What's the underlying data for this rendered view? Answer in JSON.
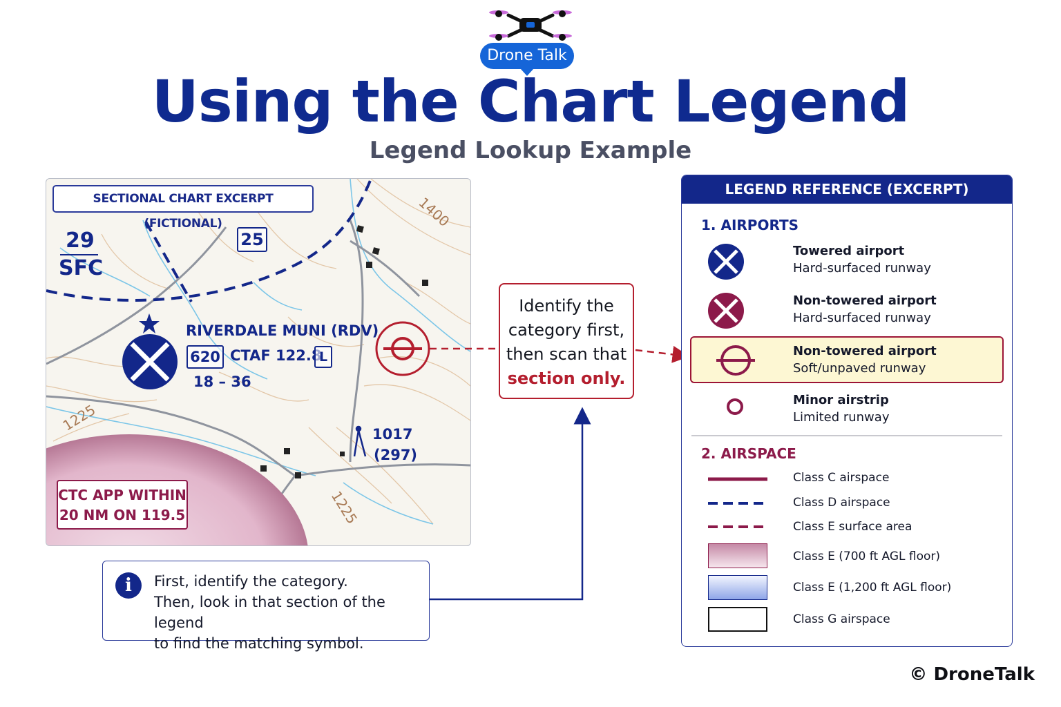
{
  "header": {
    "brand": "Drone Talk",
    "title": "Using the Chart Legend",
    "subtitle": "Legend Lookup Example"
  },
  "map": {
    "tag": "SECTIONAL CHART EXCERPT (FICTIONAL)",
    "ceiling_top": "29",
    "ceiling_bottom": "SFC",
    "box_25": "25",
    "airport_name": "RIVERDALE MUNI (RDV)",
    "elevation": "620",
    "ctaf": "CTAF 122.8",
    "lighting": "L",
    "runway": "18 – 36",
    "obstacle_msl": "1017",
    "obstacle_agl": "(297)",
    "contour_1400": "1400",
    "contour_1225_left": "1225",
    "contour_1225_right": "1225",
    "ctc_line1": "CTC APP WITHIN",
    "ctc_line2": "20 NM ON 119.5"
  },
  "callout": {
    "line1": "Identify the",
    "line2": "category first,",
    "line3": "then scan that",
    "highlight": "section only."
  },
  "note": {
    "line1": "First, identify the category.",
    "line2": "Then, look in that section of the legend",
    "line3": "to find the matching symbol."
  },
  "legend": {
    "header": "LEGEND REFERENCE (EXCERPT)",
    "airports_title": "1. AIRPORTS",
    "airports": [
      {
        "name": "Towered airport",
        "desc": "Hard-surfaced runway"
      },
      {
        "name": "Non-towered airport",
        "desc": "Hard-surfaced runway"
      },
      {
        "name": "Non-towered airport",
        "desc": "Soft/unpaved runway"
      },
      {
        "name": "Minor airstrip",
        "desc": "Limited runway"
      }
    ],
    "airspace_title": "2. AIRSPACE",
    "airspace": [
      "Class C airspace",
      "Class D airspace",
      "Class E surface area",
      "Class E (700 ft AGL floor)",
      "Class E (1,200 ft AGL floor)",
      "Class G airspace"
    ]
  },
  "colors": {
    "navy": "#13278a",
    "magenta": "#8c1a4a",
    "callout_red": "#b41e2e",
    "highlight_fill": "#fdf7d3"
  },
  "copyright": "© DroneTalk"
}
